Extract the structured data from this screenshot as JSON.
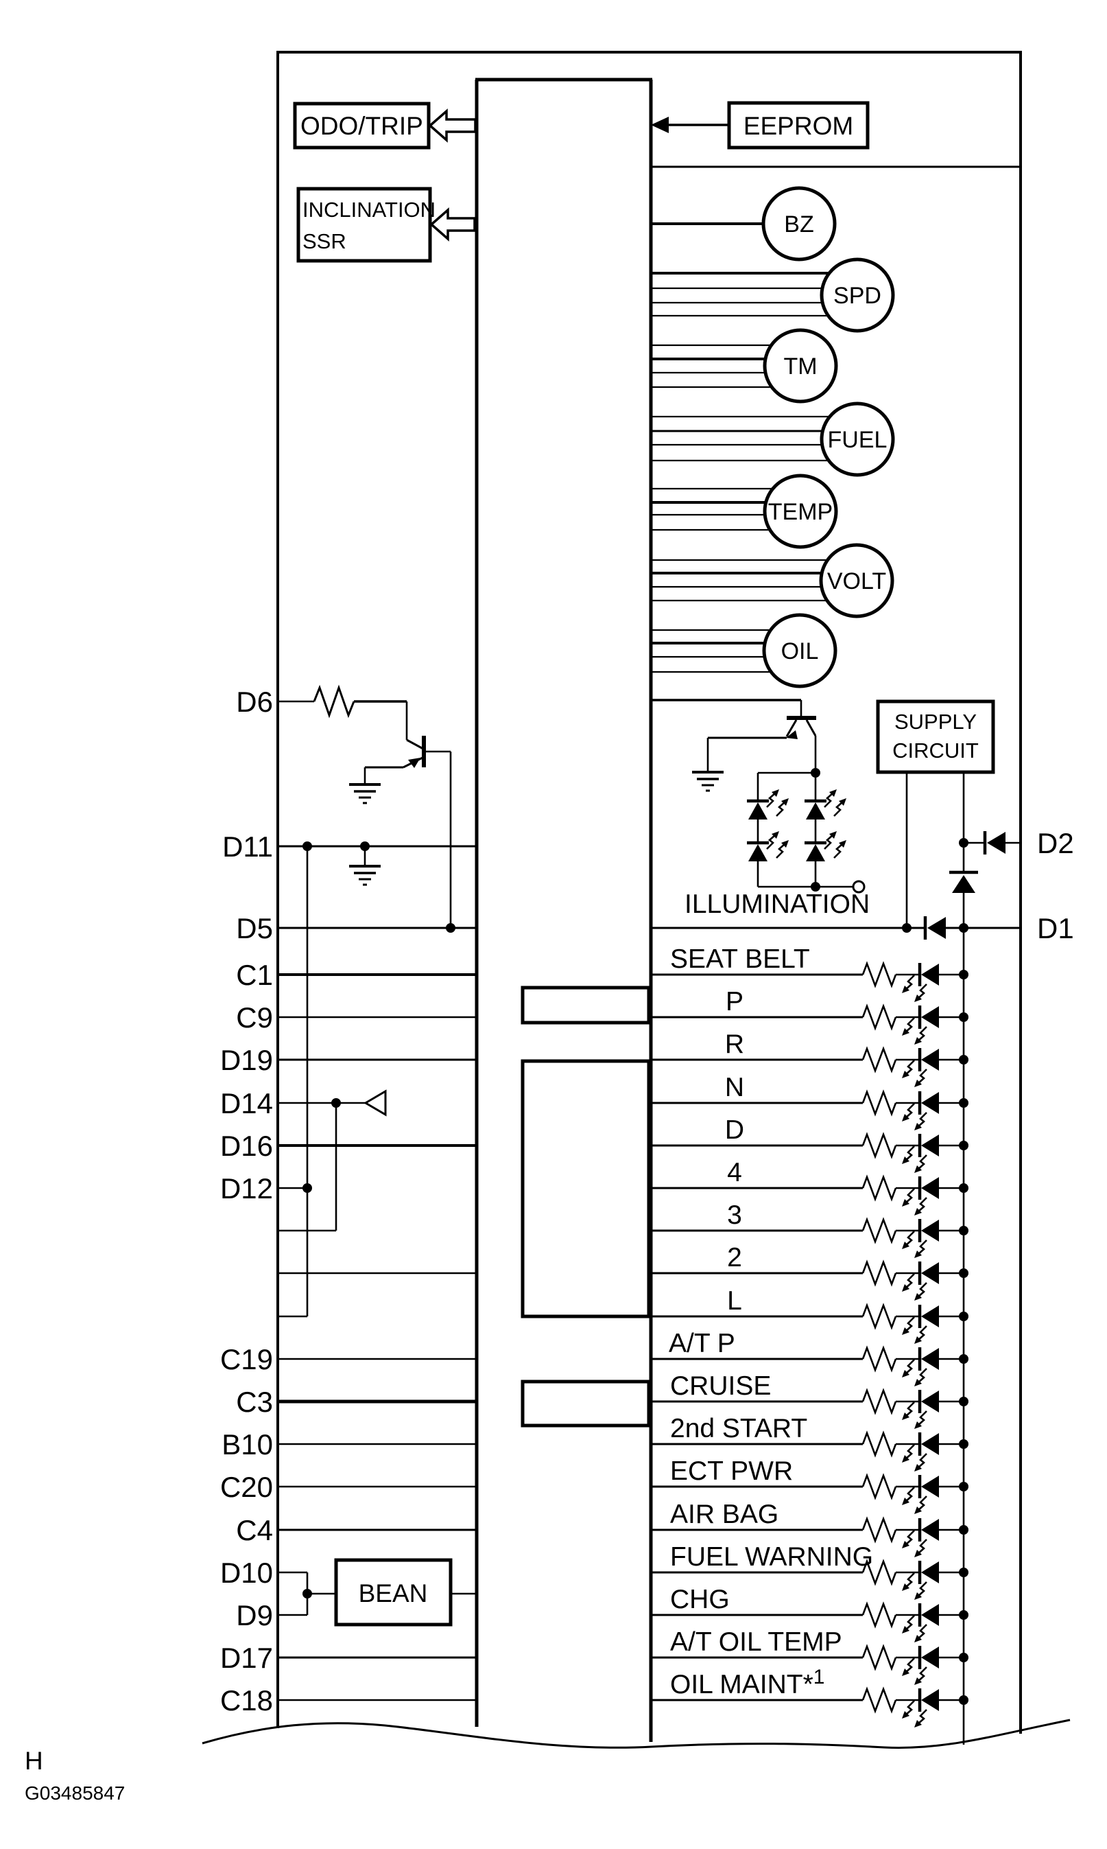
{
  "diagram": {
    "boxes": {
      "odo_trip": "ODO/TRIP",
      "inclination1": "INCLINATION",
      "inclination2": "SSR",
      "eeprom": "EEPROM",
      "supply1": "SUPPLY",
      "supply2": "CIRCUIT",
      "bean": "BEAN"
    },
    "gauges": [
      "BZ",
      "SPD",
      "TM",
      "FUEL",
      "TEMP",
      "VOLT",
      "OIL"
    ],
    "labels": {
      "illumination": "ILLUMINATION"
    },
    "pins": {
      "upper_left": [
        "D6",
        "D11",
        "D5"
      ],
      "left": [
        "C1",
        "C9",
        "D19",
        "D14",
        "D16",
        "D12",
        "C19",
        "C3",
        "B10",
        "C20",
        "C4",
        "D10",
        "D9",
        "D17",
        "C18"
      ],
      "right": [
        "D2",
        "D1"
      ]
    },
    "lamps": [
      "SEAT BELT",
      "P",
      "R",
      "N",
      "D",
      "4",
      "3",
      "2",
      "L",
      "A/T P",
      "CRUISE",
      "2nd START",
      "ECT PWR",
      "AIR BAG",
      "FUEL WARNING",
      "CHG",
      "A/T OIL TEMP",
      "OIL MAINT*"
    ],
    "oil_maint_footnote": "1"
  },
  "footer": {
    "page_marker": "H",
    "figure_code": "G03485847"
  },
  "colors": {
    "ink": "#000000",
    "paper": "#ffffff"
  }
}
